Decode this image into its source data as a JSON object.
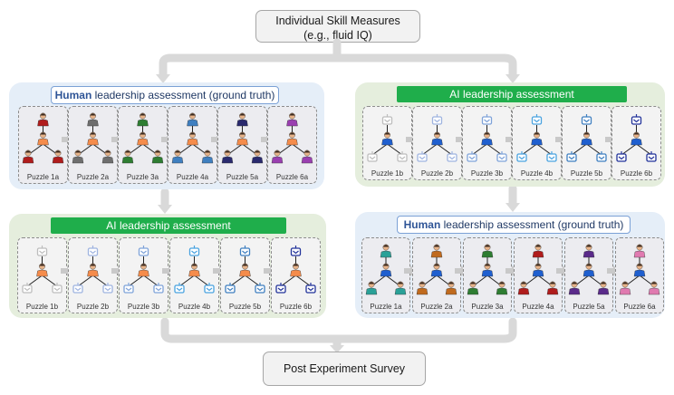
{
  "top_box": {
    "line1": "Individual Skill Measures",
    "line2": "(e.g., fluid IQ)"
  },
  "bottom_box": {
    "label": "Post Experiment Survey"
  },
  "panels": {
    "top_left": {
      "kind": "human",
      "banner_bold": "Human",
      "banner_rest": " leadership assessment (ground truth)"
    },
    "top_right": {
      "kind": "ai",
      "banner": "AI leadership assessment"
    },
    "bottom_left": {
      "kind": "ai",
      "banner": "AI leadership assessment"
    },
    "bottom_right": {
      "kind": "human",
      "banner_bold": "Human",
      "banner_rest": " leadership assessment (ground truth)"
    }
  },
  "puzzles": {
    "top_left": [
      "Puzzle 1a",
      "Puzzle 2a",
      "Puzzle 3a",
      "Puzzle 4a",
      "Puzzle 5a",
      "Puzzle 6a"
    ],
    "top_right": [
      "Puzzle 1b",
      "Puzzle 2b",
      "Puzzle 3b",
      "Puzzle 4b",
      "Puzzle 5b",
      "Puzzle 6b"
    ],
    "bottom_left": [
      "Puzzle 1b",
      "Puzzle 2b",
      "Puzzle 3b",
      "Puzzle 4b",
      "Puzzle 5b",
      "Puzzle 6b"
    ],
    "bottom_right": [
      "Puzzle 1a",
      "Puzzle 2a",
      "Puzzle 3a",
      "Puzzle 4a",
      "Puzzle 5a",
      "Puzzle 6a"
    ]
  },
  "colors": {
    "human_panel_bg": "#e5eef8",
    "ai_panel_bg": "#e5eedd",
    "ai_banner": "#1fae4b",
    "human_banner_border": "#7ba1d6",
    "human_leader_color": "#f58c4b",
    "human_member_colors": [
      "#b01c1c",
      "#6e6e6e",
      "#2e7d32",
      "#3f7fc0",
      "#2a2a6e",
      "#9a3fb0"
    ],
    "ai_leader_color": "#1f5fcf",
    "ai_member_colors": [
      "#bdbdbd",
      "#9fb4e0",
      "#7fa3d9",
      "#4aa3e0",
      "#3f7fc0",
      "#22339a"
    ],
    "bottom_right_member_colors": [
      "#2aa198",
      "#c06a1e",
      "#2e7d32",
      "#b01c1c",
      "#5a2a8a",
      "#e07ab0"
    ]
  }
}
